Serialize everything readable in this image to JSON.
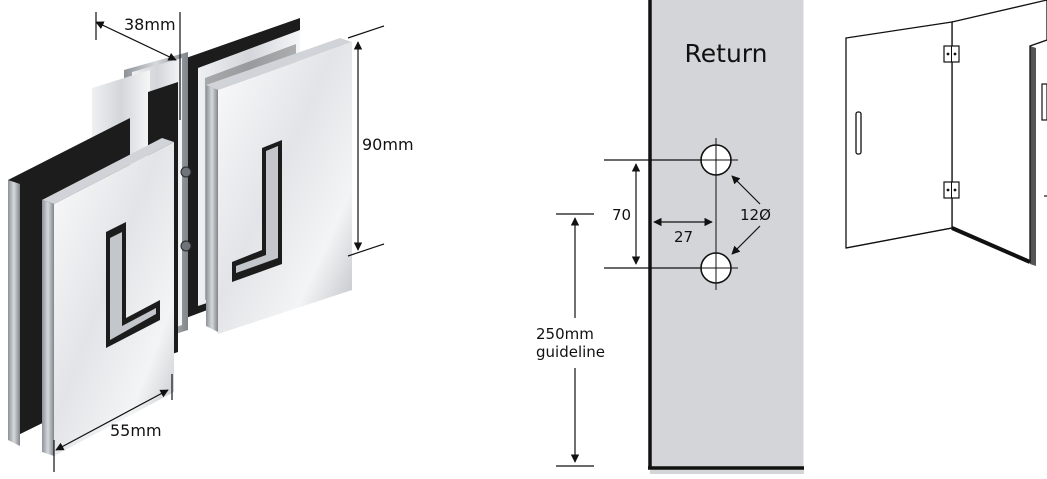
{
  "hinge_dimensions": {
    "width": "38mm",
    "height": "90mm",
    "depth": "55mm"
  },
  "drilling_template": {
    "panel_label": "Return",
    "hole_spacing": "70",
    "edge_offset": "27",
    "hole_diameter": "12Ø",
    "guideline_line1": "250mm",
    "guideline_line2": "guideline"
  },
  "colors": {
    "panel_fill": "#d4d5d8",
    "chrome_light": "#f4f5f6",
    "chrome_mid": "#c9ccd0",
    "chrome_dark": "#7e838a",
    "gasket": "#1c1c1c"
  }
}
